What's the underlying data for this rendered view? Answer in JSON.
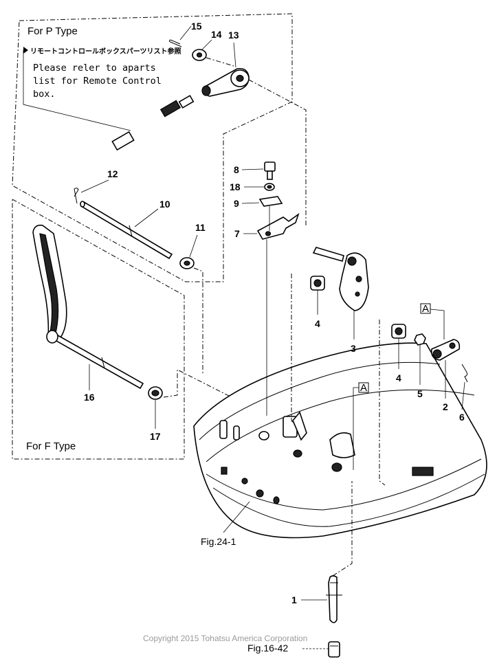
{
  "boxes": {
    "p_type_title": "For P Type",
    "f_type_title": "For F Type"
  },
  "note": {
    "japanese": "リモートコントロールボックスパーツリスト参照",
    "lines": [
      "Please reler to aparts",
      "list for Remote Control",
      "box."
    ]
  },
  "callouts": {
    "n1": "1",
    "n2": "2",
    "n3": "3",
    "n4a": "4",
    "n4b": "4",
    "n5": "5",
    "n6": "6",
    "n7": "7",
    "n8": "8",
    "n9": "9",
    "n10": "10",
    "n11": "11",
    "n12": "12",
    "n13": "13",
    "n14": "14",
    "n15": "15",
    "n16": "16",
    "n17": "17",
    "n18": "18"
  },
  "markers": {
    "a1": "A",
    "a2": "A"
  },
  "figure_refs": {
    "fig24": "Fig.24-1",
    "fig16": "Fig.16-42"
  },
  "copyright": "Copyright 2015 Tohatsu America Corporation"
}
